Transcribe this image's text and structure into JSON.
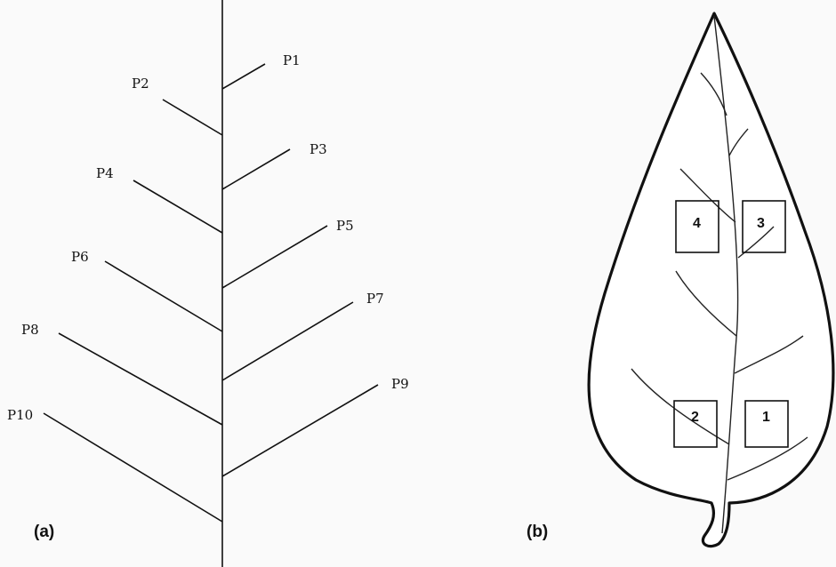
{
  "stem_diagram": {
    "panel_label": "(a)",
    "branches": [
      "P1",
      "P2",
      "P3",
      "P4",
      "P5",
      "P6",
      "P7",
      "P8",
      "P9",
      "P10"
    ]
  },
  "leaf_diagram": {
    "panel_label": "(b)",
    "regions": [
      "1",
      "2",
      "3",
      "4"
    ]
  }
}
